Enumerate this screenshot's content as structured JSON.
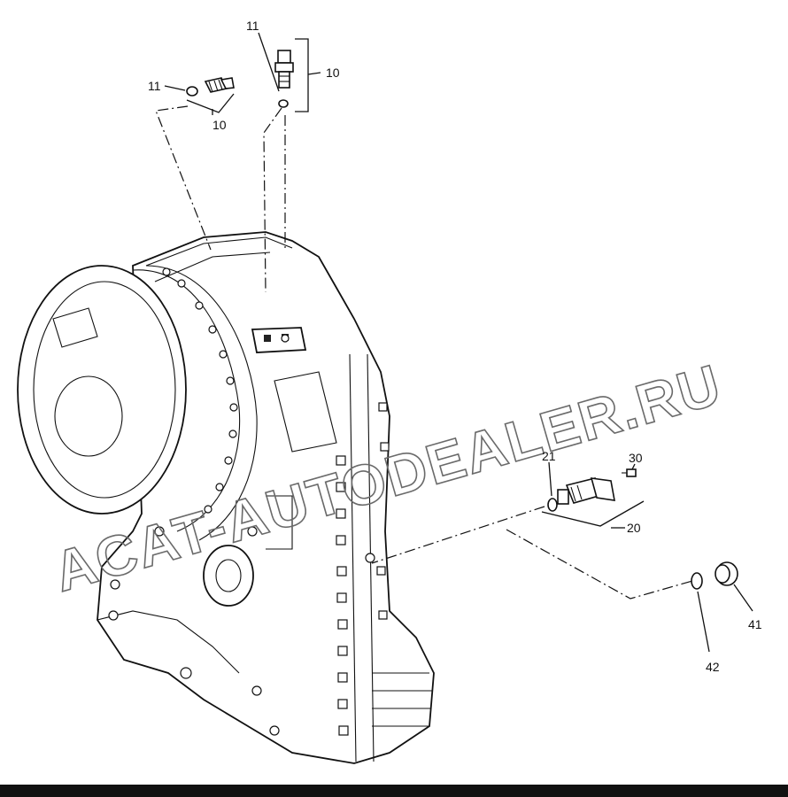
{
  "callouts": {
    "c11a": "11",
    "c11b": "11",
    "c10a": "10",
    "c10b": "10",
    "c21": "21",
    "c30": "30",
    "c20": "20",
    "c41": "41",
    "c42": "42"
  },
  "watermark": "ACAT-AUTODEALER.RU"
}
